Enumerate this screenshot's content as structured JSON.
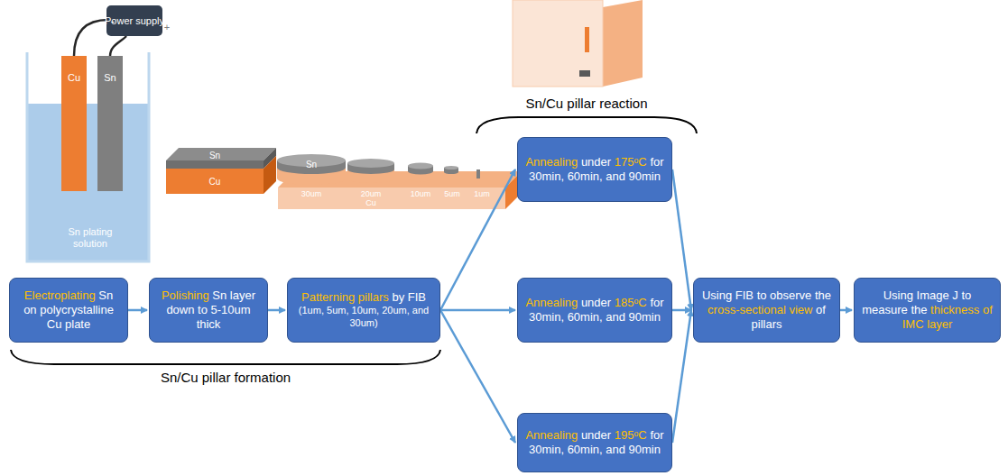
{
  "diagram": {
    "nodes": [
      {
        "text": [
          "Electroplating",
          "Sn on polycrystalline Cu plate"
        ]
      },
      {
        "text": [
          "Polishing",
          "Sn layer down to 5-10um thick"
        ]
      },
      {
        "text": [
          "Patterning pillars",
          "by FIB",
          "(1um, 5um, 10um, 20um, and 30um)"
        ]
      },
      {
        "text": [
          "Annealing",
          "under",
          "175ᵒC",
          "for 30min, 60min, and 90min"
        ]
      },
      {
        "text": [
          "Annealing",
          "under",
          "185ᵒC",
          "for 30min, 60min, and 90min"
        ]
      },
      {
        "text": [
          "Annealing",
          "under",
          "195ᵒC",
          "for 30min, 60min, and 90min"
        ]
      },
      {
        "text": [
          "Using FIB to observe the",
          "cross-sectional view",
          "of pillars"
        ]
      },
      {
        "text": [
          "Using Image J to measure the",
          "thickness of IMC layer"
        ]
      }
    ],
    "edges": [
      {
        "from": 0,
        "to": 1,
        "arrow": "to"
      },
      {
        "from": 1,
        "to": 2,
        "arrow": "to"
      },
      {
        "from": 2,
        "to": 3,
        "arrow": "to"
      },
      {
        "from": 2,
        "to": 4,
        "arrow": "to"
      },
      {
        "from": 2,
        "to": 5,
        "arrow": "to"
      },
      {
        "from": 3,
        "to": 6,
        "arrow": "to"
      },
      {
        "from": 4,
        "to": 6,
        "arrow": "to"
      },
      {
        "from": 5,
        "to": 6,
        "arrow": "to"
      },
      {
        "from": 6,
        "to": 7,
        "arrow": "to"
      }
    ],
    "labels": [
      "Power supply",
      "-",
      "+",
      "Cu",
      "Sn",
      "Sn plating solution",
      "Sn",
      "Cu",
      "Sn",
      "30um",
      "20um",
      "10um",
      "5um",
      "1um",
      "Cu",
      "Sn/Cu pillar reaction",
      "Sn/Cu pillar formation"
    ]
  }
}
